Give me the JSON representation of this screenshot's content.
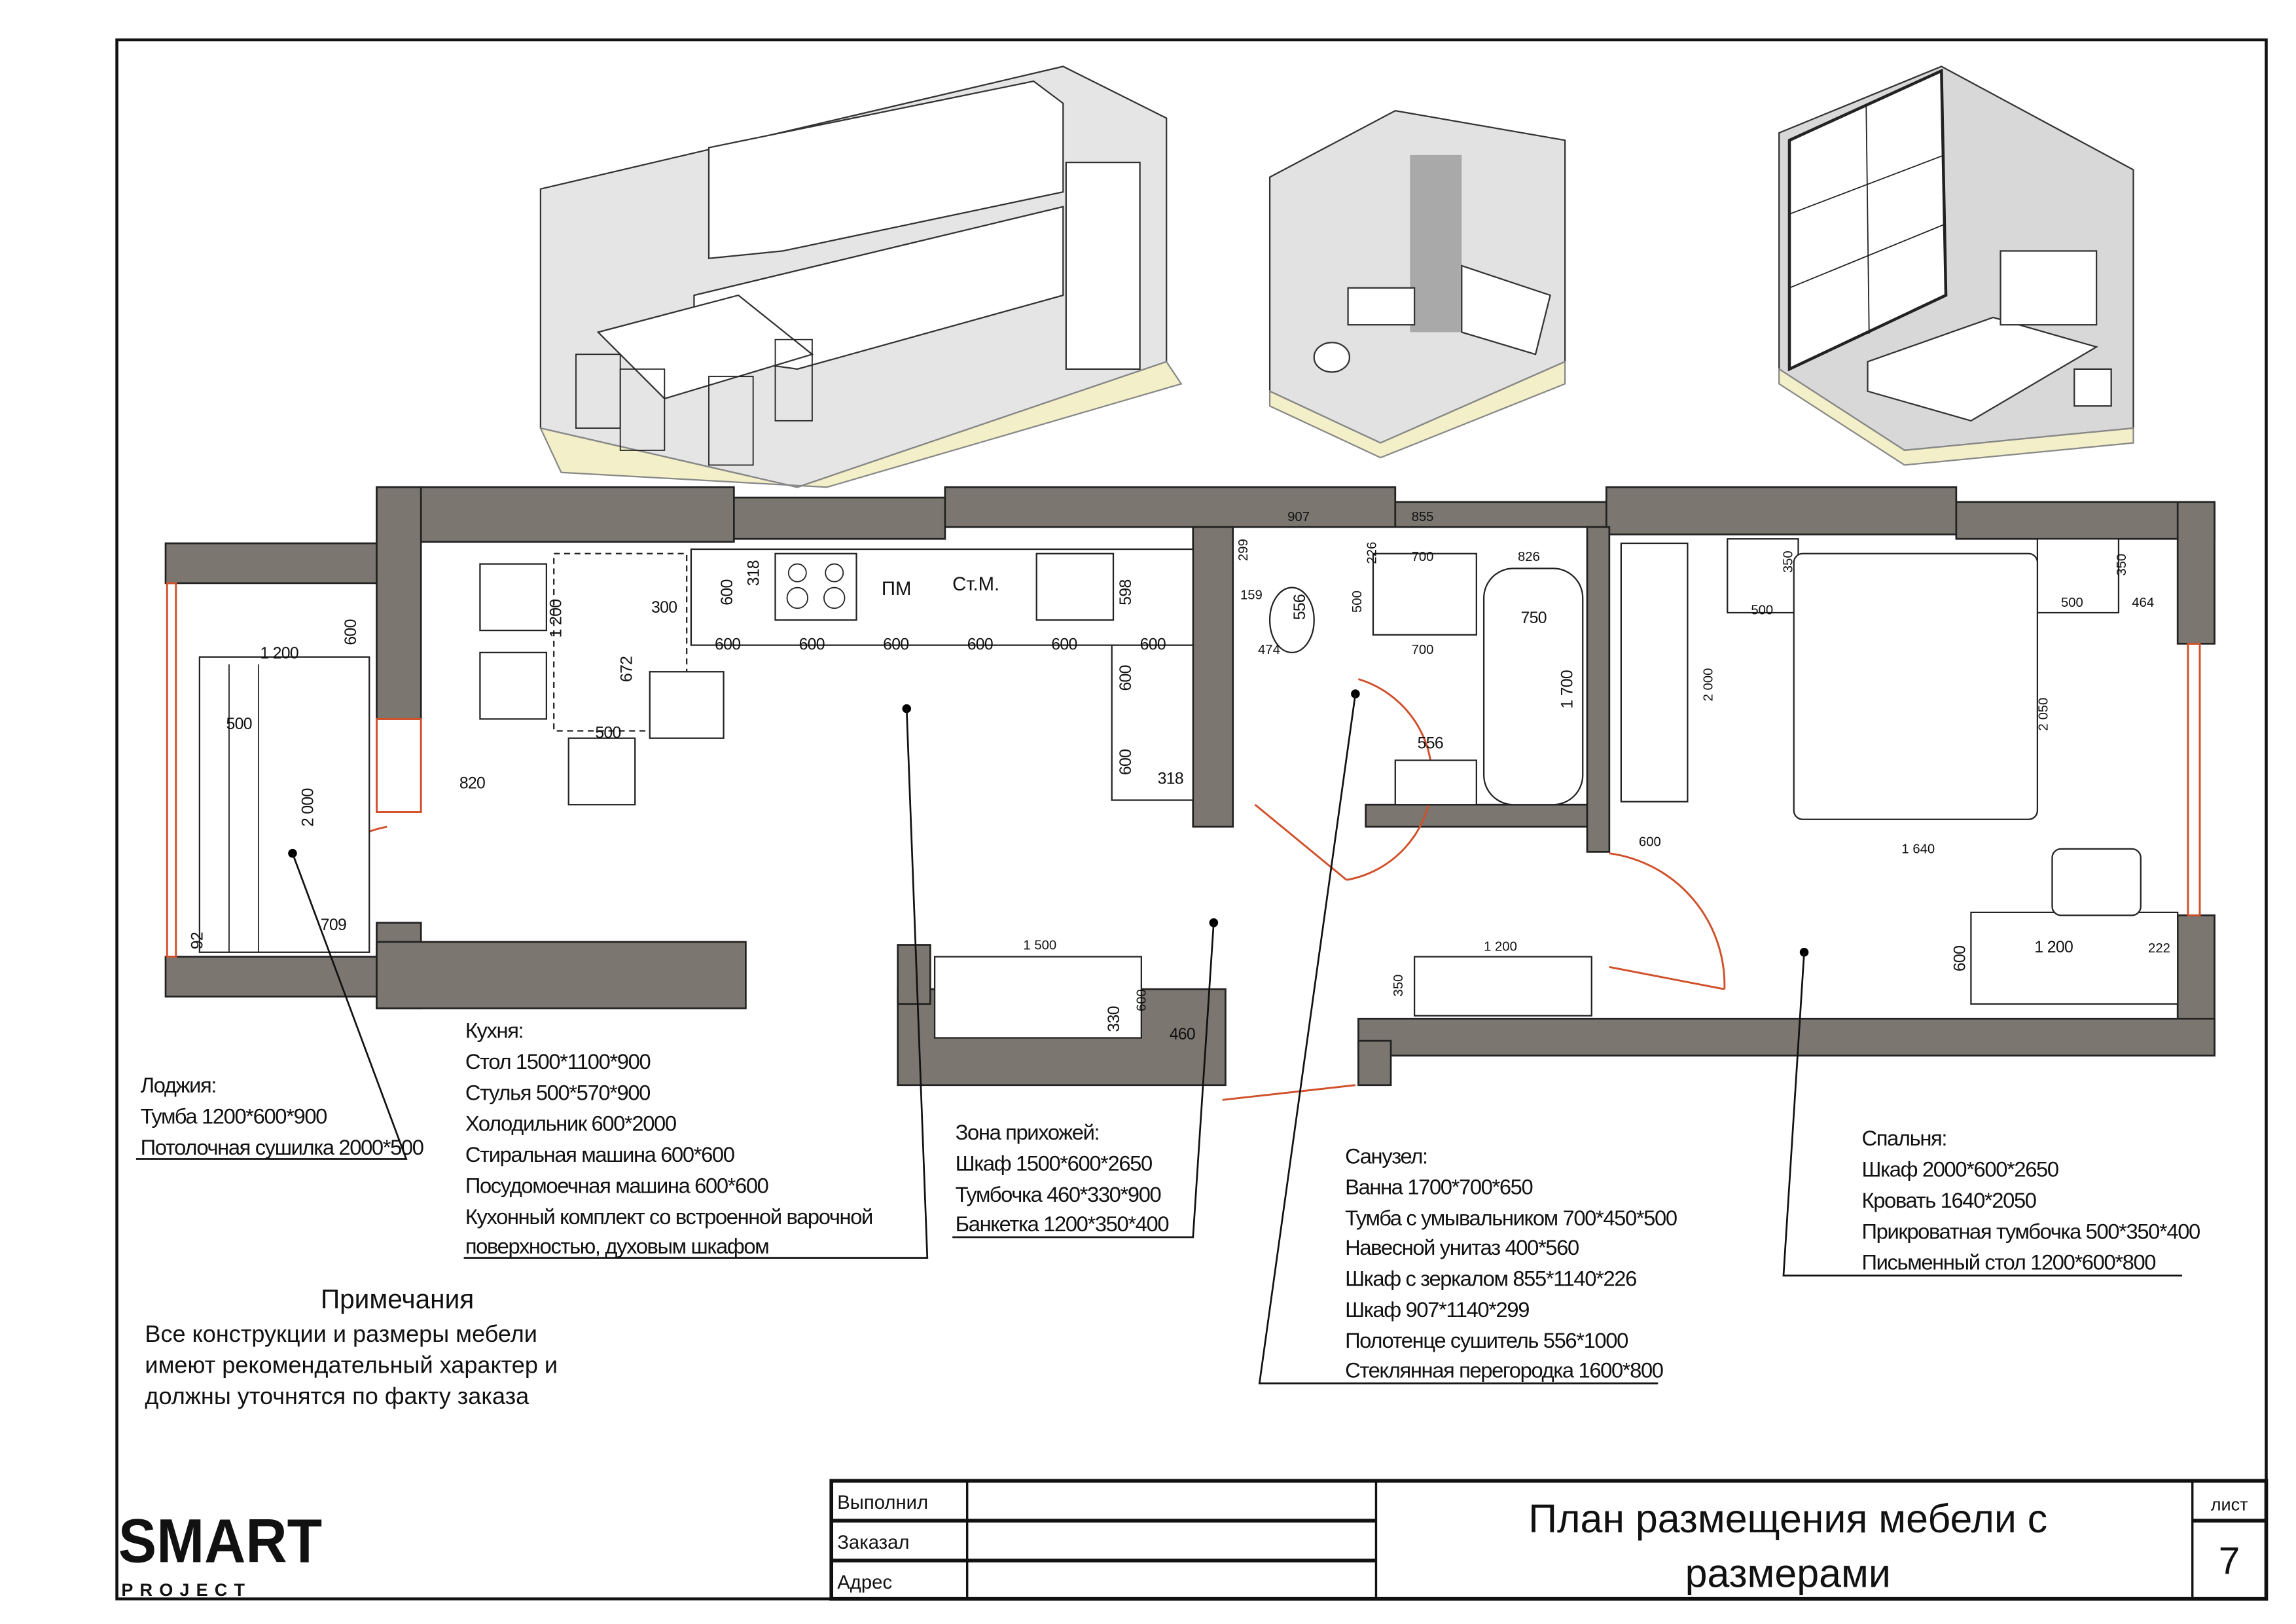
{
  "notes": {
    "loggia": {
      "title": "Лоджия:",
      "items": [
        "Тумба 1200*600*900",
        "Потолочная сушилка 2000*500"
      ]
    },
    "kitchen": {
      "title": "Кухня:",
      "items": [
        "Стол 1500*1100*900",
        "Стулья 500*570*900",
        "Холодильник 600*2000",
        "Стиральная машина 600*600",
        "Посудомоечная машина 600*600",
        "Кухонный комплект со встроенной варочной",
        "поверхностью, духовым шкафом"
      ]
    },
    "hallway": {
      "title": "Зона прихожей:",
      "items": [
        "Шкаф 1500*600*2650",
        "Тумбочка 460*330*900",
        "Банкетка 1200*350*400"
      ]
    },
    "bathroom": {
      "title": "Санузел:",
      "items": [
        "Ванна 1700*700*650",
        "Тумба с умывальником 700*450*500",
        "Навесной унитаз 400*560",
        "Шкаф с зеркалом 855*1140*226",
        "Шкаф  907*1140*299",
        "Полотенце сушитель 556*1000",
        "Стеклянная перегородка 1600*800"
      ]
    },
    "bedroom": {
      "title": "Спальня:",
      "items": [
        "Шкаф 2000*600*2650",
        "Кровать 1640*2050",
        "Прикроватная тумбочка 500*350*400",
        "Письменный стол 1200*600*800"
      ]
    }
  },
  "remarks": {
    "title": "Примечания",
    "lines": [
      "Все конструкции и размеры мебели",
      "имеют рекомендательный характер и",
      "должны уточнятся по факту заказа"
    ]
  },
  "title_block": {
    "performed_label": "Выполнил",
    "ordered_label": "Заказал",
    "address_label": "Адрес",
    "title_line1": "План размещения мебели с",
    "title_line2": "размерами",
    "sheet_label": "лист",
    "sheet_number": "7"
  },
  "logo": {
    "line1": "SMART",
    "line2": "PROJECT"
  },
  "plan_labels": {
    "dishwasher": "ПМ",
    "washer": "Ст.М."
  },
  "dims": [
    "1 200",
    "600",
    "500",
    "2 000",
    "709",
    "92",
    "820",
    "300",
    "1 200",
    "672",
    "500",
    "600",
    "318",
    "600",
    "600",
    "600",
    "600",
    "600",
    "600",
    "598",
    "600",
    "600",
    "318",
    "907",
    "855",
    "299",
    "159",
    "556",
    "474",
    "226",
    "500",
    "700",
    "700",
    "826",
    "750",
    "1 700",
    "556",
    "2 000",
    "600",
    "350",
    "500",
    "500",
    "464",
    "350",
    "2 050",
    "1 640",
    "600",
    "1 200",
    "222",
    "1 500",
    "330",
    "600",
    "460",
    "1 200",
    "350"
  ],
  "colors": {
    "wall": "#7b7670",
    "door": "#d0502a",
    "floor_3d": "#f3efc8"
  }
}
